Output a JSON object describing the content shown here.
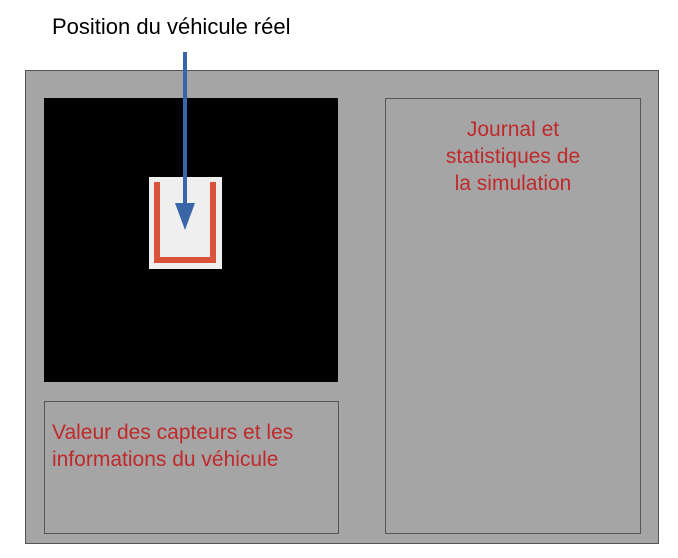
{
  "caption": "Position du véhicule réel",
  "sensors_panel": {
    "lines": [
      "Valeur des capteurs et les",
      "informations du véhicule"
    ]
  },
  "log_panel": {
    "lines": [
      "Journal et",
      "statistiques de",
      "la simulation"
    ]
  },
  "colors": {
    "window_background": "#a5a5a5",
    "simulation_view": "#000000",
    "panel_text": "#c0292b",
    "arrow": "#3a66a8",
    "vehicle_outline": "#d9533a",
    "vehicle_fill": "#efefef"
  }
}
